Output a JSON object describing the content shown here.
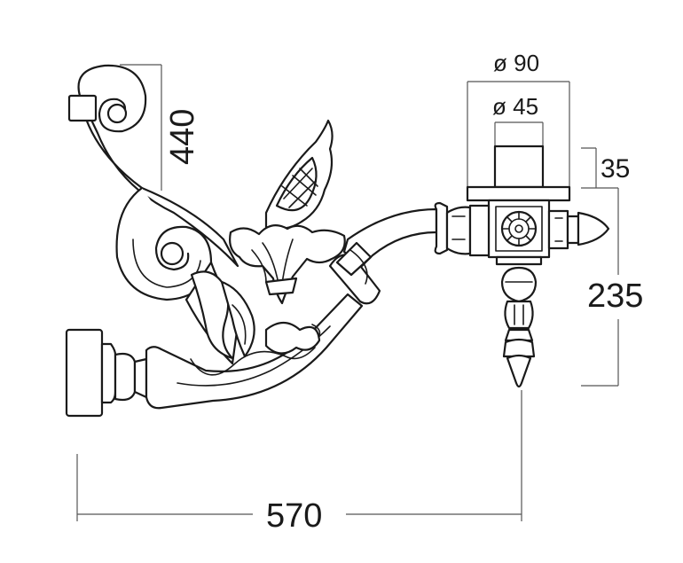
{
  "dimensions": {
    "height_total": "440",
    "outer_diameter": "ø 90",
    "inner_diameter": "ø 45",
    "socket_height": "35",
    "drop_height": "235",
    "projection": "570"
  },
  "colors": {
    "line": "#1a1a1a",
    "dimension_line": "#555555",
    "background": "#ffffff"
  }
}
